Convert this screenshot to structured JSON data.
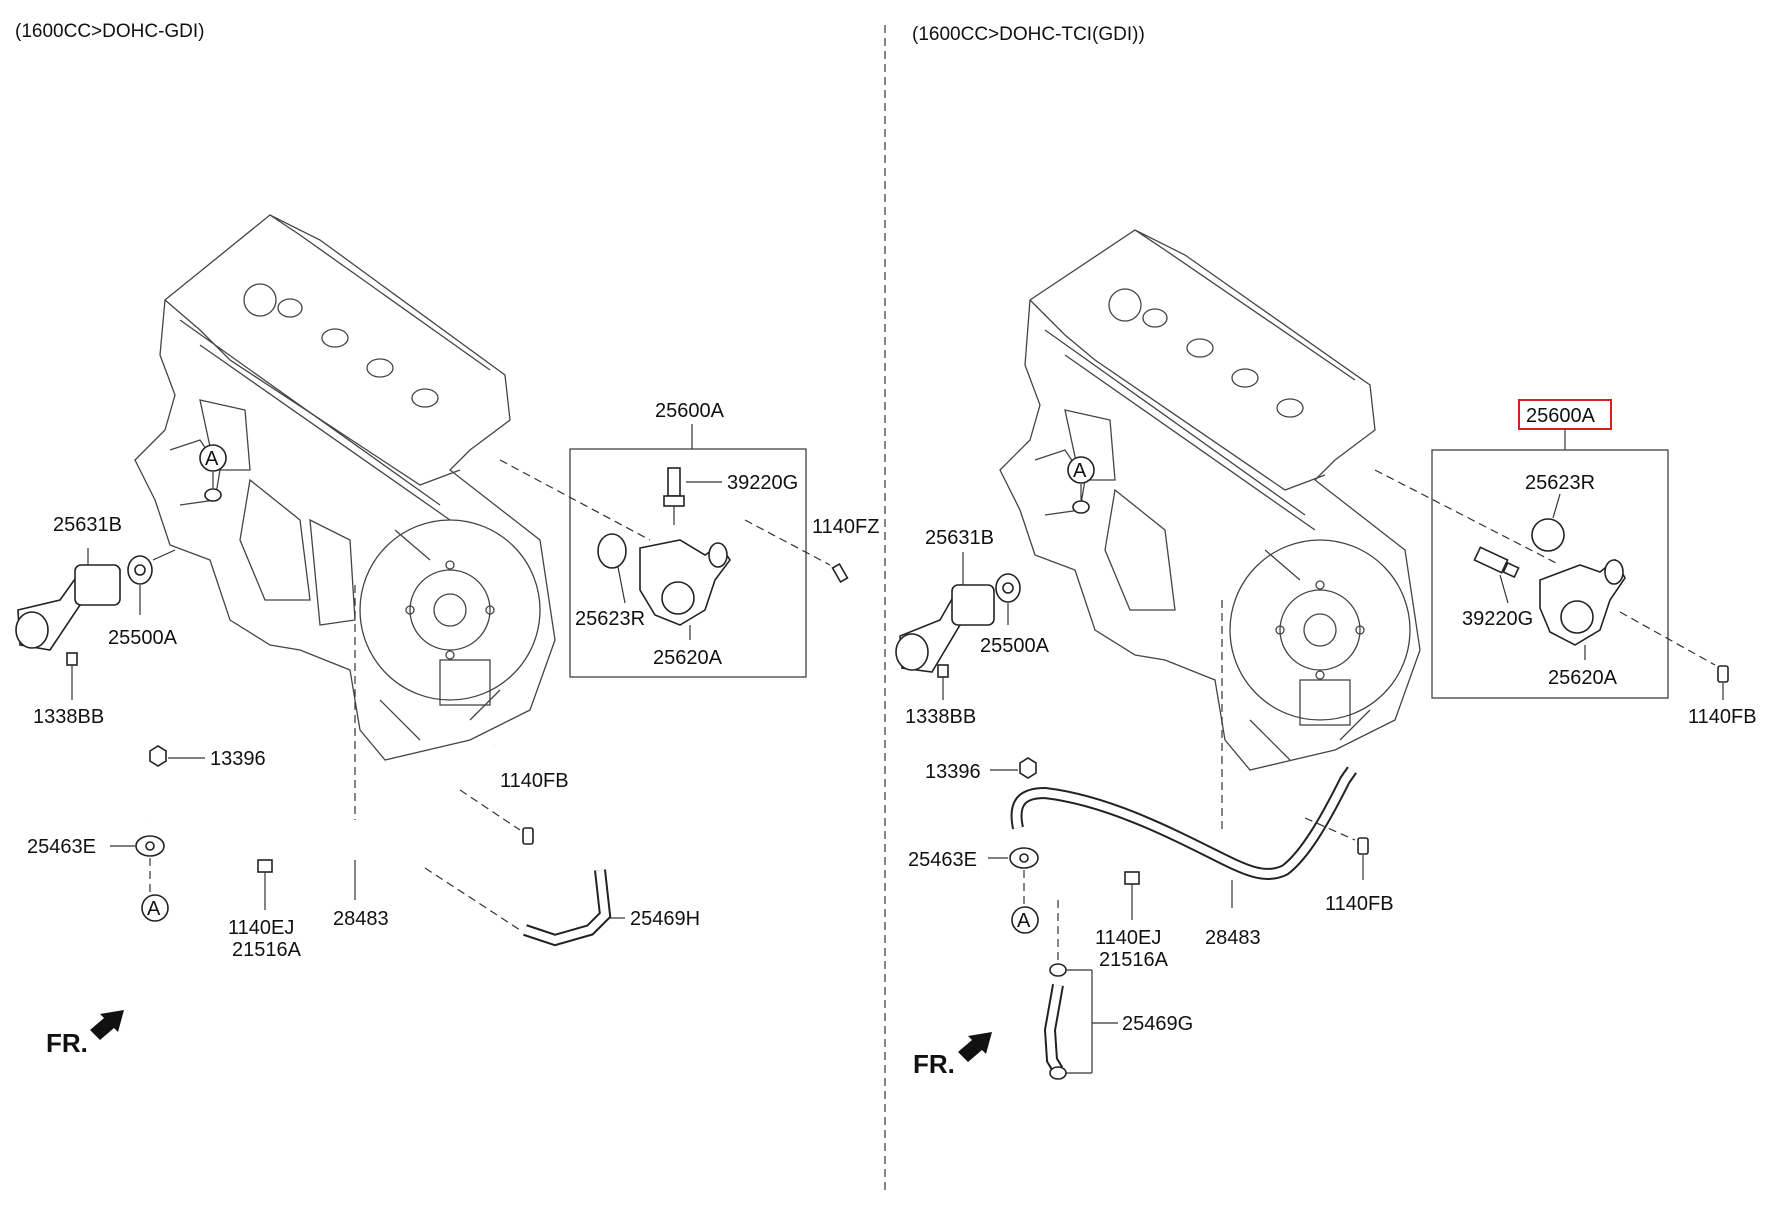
{
  "left_panel": {
    "title": "(1600CC>DOHC-GDI)",
    "labels": {
      "p25600A": "25600A",
      "p39220G": "39220G",
      "p1140FZ": "1140FZ",
      "p25631B": "25631B",
      "p25500A": "25500A",
      "p25623R": "25623R",
      "p25620A": "25620A",
      "p1338BB": "1338BB",
      "p13396": "13396",
      "p1140FB": "1140FB",
      "p25463E": "25463E",
      "p1140EJ": "1140EJ",
      "p21516A": "21516A",
      "p28483": "28483",
      "p25469H": "25469H",
      "refA1": "A",
      "refA2": "A"
    },
    "front_marker": "FR."
  },
  "right_panel": {
    "title": "(1600CC>DOHC-TCI(GDI))",
    "labels": {
      "p25600A": "25600A",
      "p25623R": "25623R",
      "p39220G": "39220G",
      "p25620A": "25620A",
      "p1140FB_top": "1140FB",
      "p25631B": "25631B",
      "p25500A": "25500A",
      "p1338BB": "1338BB",
      "p13396": "13396",
      "p25463E": "25463E",
      "p1140EJ": "1140EJ",
      "p21516A": "21516A",
      "p28483": "28483",
      "p1140FB": "1140FB",
      "p25469G": "25469G",
      "refA1": "A",
      "refA2": "A"
    },
    "front_marker": "FR.",
    "highlighted_part": "25600A"
  },
  "colors": {
    "line": "#222222",
    "highlight": "#d42020",
    "background": "#ffffff"
  }
}
